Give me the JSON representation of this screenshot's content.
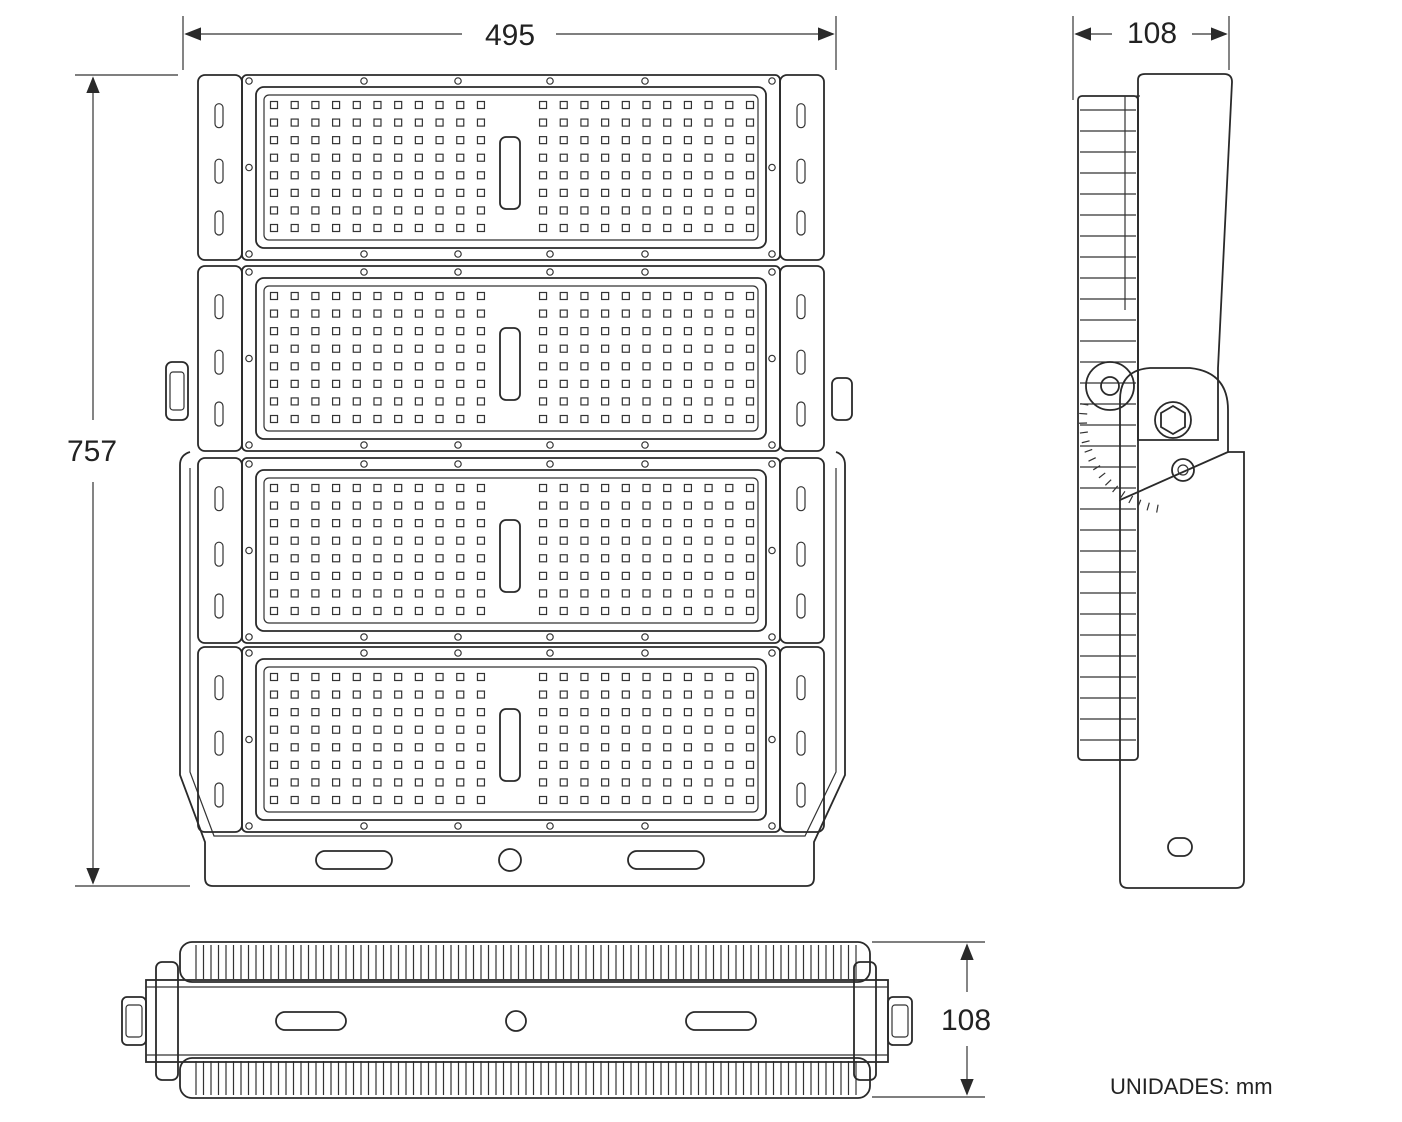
{
  "dimensions": {
    "front_width": "495",
    "front_height": "757",
    "side_depth": "108",
    "bottom_depth": "108"
  },
  "units_note": "UNIDADES: mm",
  "colors": {
    "line": "#2a2a2a",
    "background": "#ffffff"
  }
}
